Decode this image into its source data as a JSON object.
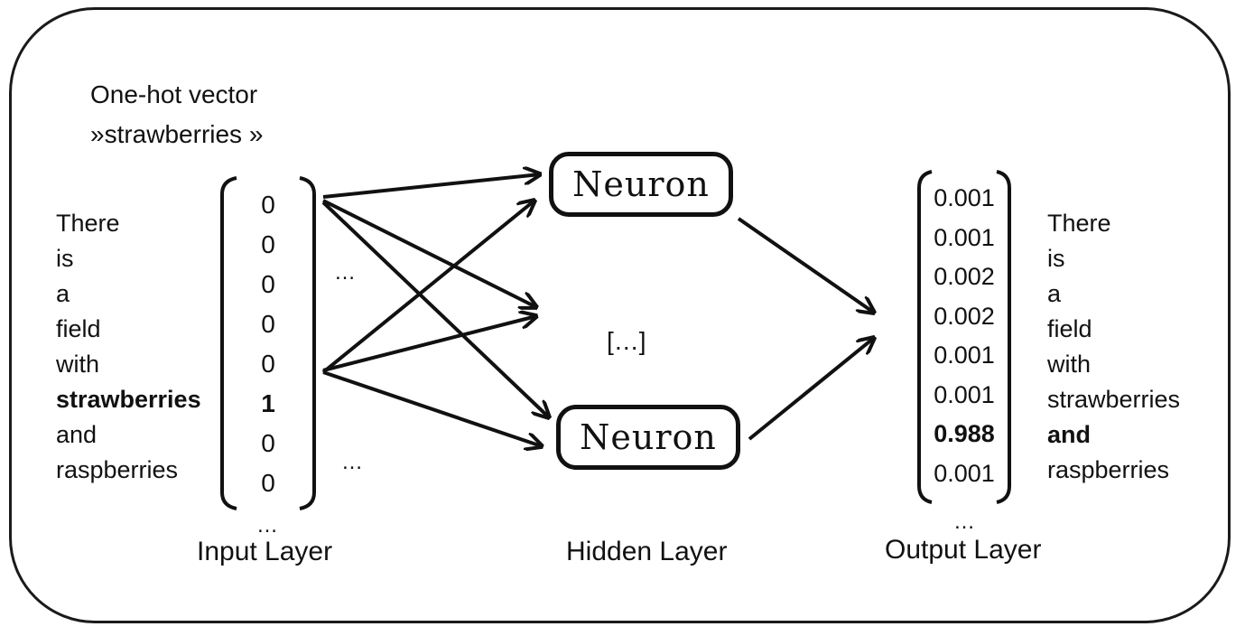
{
  "header": {
    "line1": "One-hot vector",
    "line2": "»strawberries »"
  },
  "sentence_left": {
    "words": [
      "There",
      "is",
      "a",
      "field",
      "with",
      "strawberries",
      "and",
      "raspberries"
    ],
    "highlight_index": 5
  },
  "input_vector": {
    "values": [
      "0",
      "0",
      "0",
      "0",
      "0",
      "1",
      "0",
      "0"
    ],
    "highlight_index": 5,
    "ellipsis": "…"
  },
  "input_side_ellipsis": [
    "…",
    "…"
  ],
  "hidden": {
    "neuron_label": "Neuron",
    "middle_text": "[…]"
  },
  "output_vector": {
    "values": [
      "0.001",
      "0.001",
      "0.002",
      "0.002",
      "0.001",
      "0.001",
      "0.988",
      "0.001"
    ],
    "highlight_index": 6,
    "ellipsis": "…"
  },
  "sentence_right": {
    "words": [
      "There",
      "is",
      "a",
      "field",
      "with",
      "strawberries",
      "and",
      "raspberries"
    ],
    "highlight_index": 6
  },
  "layers": {
    "input": "Input Layer",
    "hidden": "Hidden Layer",
    "output": "Output Layer"
  }
}
